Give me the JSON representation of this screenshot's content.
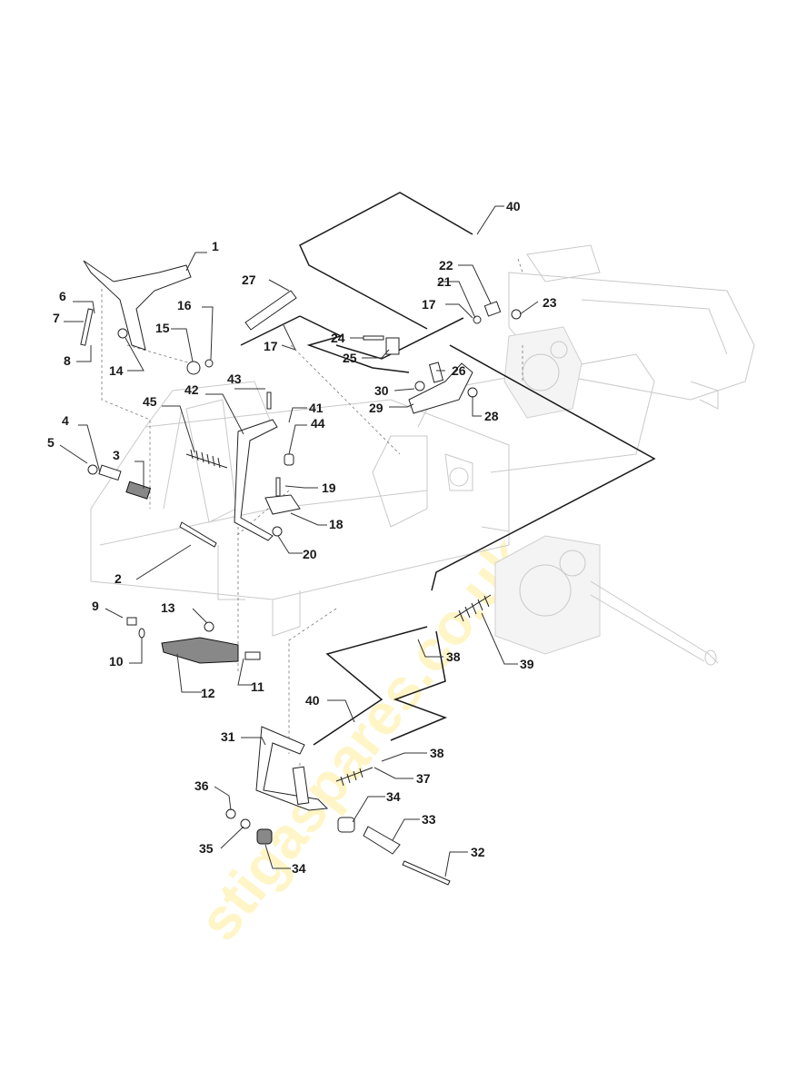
{
  "watermark": "stigaspares.co.uk",
  "callouts": [
    {
      "id": "c1",
      "label": "1"
    },
    {
      "id": "c2",
      "label": "2"
    },
    {
      "id": "c3",
      "label": "3"
    },
    {
      "id": "c4",
      "label": "4"
    },
    {
      "id": "c5",
      "label": "5"
    },
    {
      "id": "c6",
      "label": "6"
    },
    {
      "id": "c7",
      "label": "7"
    },
    {
      "id": "c8",
      "label": "8"
    },
    {
      "id": "c9",
      "label": "9"
    },
    {
      "id": "c10",
      "label": "10"
    },
    {
      "id": "c11",
      "label": "11"
    },
    {
      "id": "c12",
      "label": "12"
    },
    {
      "id": "c13",
      "label": "13"
    },
    {
      "id": "c14",
      "label": "14"
    },
    {
      "id": "c15",
      "label": "15"
    },
    {
      "id": "c16",
      "label": "16"
    },
    {
      "id": "c17a",
      "label": "17"
    },
    {
      "id": "c17b",
      "label": "17"
    },
    {
      "id": "c18",
      "label": "18"
    },
    {
      "id": "c19",
      "label": "19"
    },
    {
      "id": "c20",
      "label": "20"
    },
    {
      "id": "c21",
      "label": "21"
    },
    {
      "id": "c22",
      "label": "22"
    },
    {
      "id": "c23",
      "label": "23"
    },
    {
      "id": "c24",
      "label": "24"
    },
    {
      "id": "c25",
      "label": "25"
    },
    {
      "id": "c26",
      "label": "26"
    },
    {
      "id": "c27",
      "label": "27"
    },
    {
      "id": "c28",
      "label": "28"
    },
    {
      "id": "c29",
      "label": "29"
    },
    {
      "id": "c30",
      "label": "30"
    },
    {
      "id": "c31",
      "label": "31"
    },
    {
      "id": "c32",
      "label": "32"
    },
    {
      "id": "c33",
      "label": "33"
    },
    {
      "id": "c34a",
      "label": "34"
    },
    {
      "id": "c34b",
      "label": "34"
    },
    {
      "id": "c35",
      "label": "35"
    },
    {
      "id": "c36",
      "label": "36"
    },
    {
      "id": "c37",
      "label": "37"
    },
    {
      "id": "c38a",
      "label": "38"
    },
    {
      "id": "c38b",
      "label": "38"
    },
    {
      "id": "c39",
      "label": "39"
    },
    {
      "id": "c40a",
      "label": "40"
    },
    {
      "id": "c40b",
      "label": "40"
    },
    {
      "id": "c41",
      "label": "41"
    },
    {
      "id": "c42",
      "label": "42"
    },
    {
      "id": "c43",
      "label": "43"
    },
    {
      "id": "c44",
      "label": "44"
    },
    {
      "id": "c45",
      "label": "45"
    }
  ]
}
